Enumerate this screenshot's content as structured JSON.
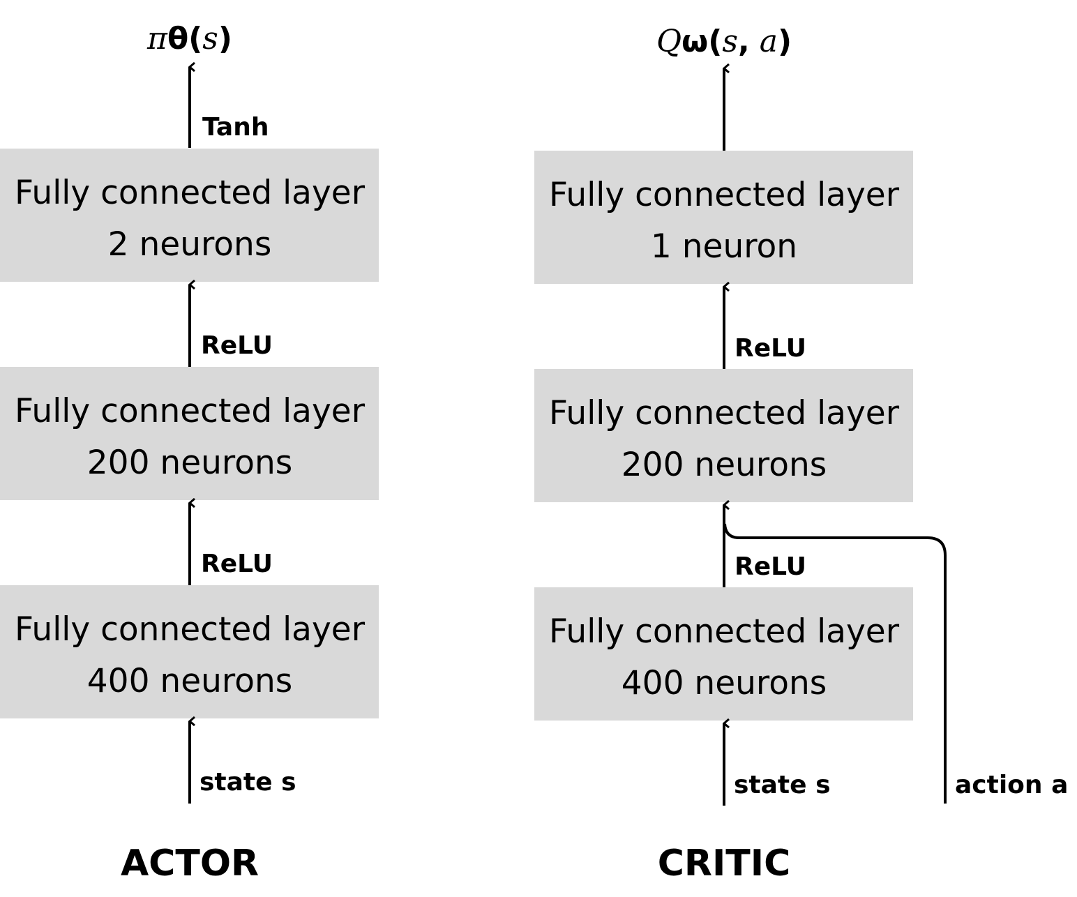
{
  "actor": {
    "title": "ACTOR",
    "output": {
      "symbol": "π",
      "param": "θ",
      "open": "(",
      "arg": "s",
      "close": ")"
    },
    "output_activation": "Tanh",
    "layers": [
      {
        "line1": "Fully connected layer",
        "line2": "2 neurons"
      },
      {
        "line1": "Fully connected layer",
        "line2": "200 neurons",
        "activation": "ReLU"
      },
      {
        "line1": "Fully connected layer",
        "line2": "400 neurons",
        "activation": "ReLU"
      }
    ],
    "input": "state s"
  },
  "critic": {
    "title": "CRITIC",
    "output": {
      "symbol": "Q",
      "param": "ω",
      "open": "(",
      "arg1": "s",
      "comma": ",",
      "arg2": "a",
      "close": ")"
    },
    "layers": [
      {
        "line1": "Fully connected layer",
        "line2": "1 neuron"
      },
      {
        "line1": "Fully connected layer",
        "line2": "200 neurons",
        "activation": "ReLU"
      },
      {
        "line1": "Fully connected layer",
        "line2": "400 neurons",
        "activation": "ReLU"
      }
    ],
    "input_state": "state s",
    "input_action": "action a"
  }
}
